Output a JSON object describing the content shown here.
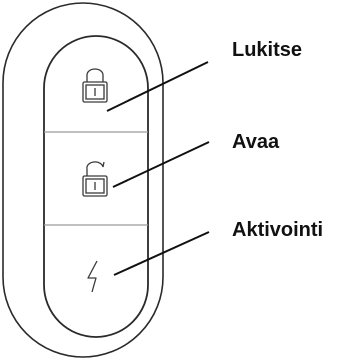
{
  "colors": {
    "outline": "#2a2a2a",
    "divider": "#9a9a9a",
    "label_text": "#111111",
    "background": "#ffffff"
  },
  "buttons": [
    {
      "id": "lock",
      "icon": "padlock-closed-icon",
      "label": "Lukitse"
    },
    {
      "id": "unlock",
      "icon": "padlock-open-icon",
      "label": "Avaa"
    },
    {
      "id": "activate",
      "icon": "lightning-bolt-icon",
      "label": "Aktivointi"
    }
  ]
}
